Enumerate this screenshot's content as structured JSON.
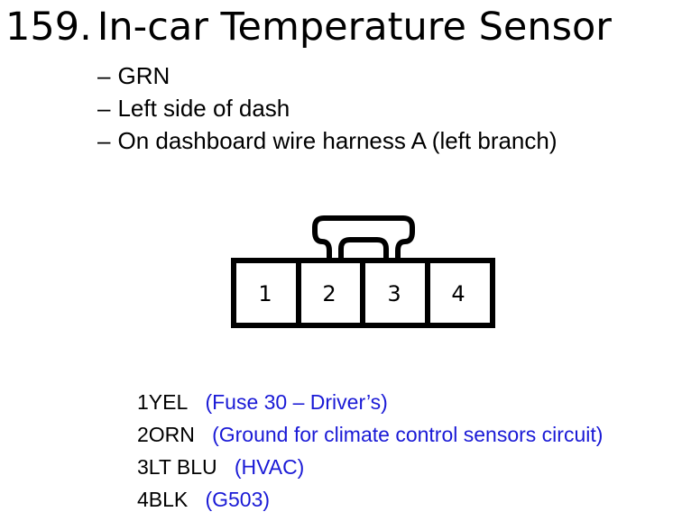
{
  "title": {
    "number": "159.",
    "text": "In-car Temperature Sensor"
  },
  "details": [
    {
      "dash": "–",
      "text": "GRN"
    },
    {
      "dash": "–",
      "text": "Left side of dash"
    },
    {
      "dash": "–",
      "text": "On dashboard wire harness A (left branch)"
    }
  ],
  "connector": {
    "pins": [
      "1",
      "2",
      "3",
      "4"
    ]
  },
  "pins": [
    {
      "number": "1",
      "wire": "YEL",
      "desc": "(Fuse 30 – Driver’s)"
    },
    {
      "number": "2",
      "wire": "ORN",
      "desc": "(Ground for climate control sensors circuit)"
    },
    {
      "number": "3",
      "wire": "LT BLU",
      "desc": "(HVAC)"
    },
    {
      "number": "4",
      "wire": "BLK",
      "desc": "(G503)"
    }
  ],
  "colors": {
    "description": "#1a1ad6",
    "outline": "#000000"
  }
}
